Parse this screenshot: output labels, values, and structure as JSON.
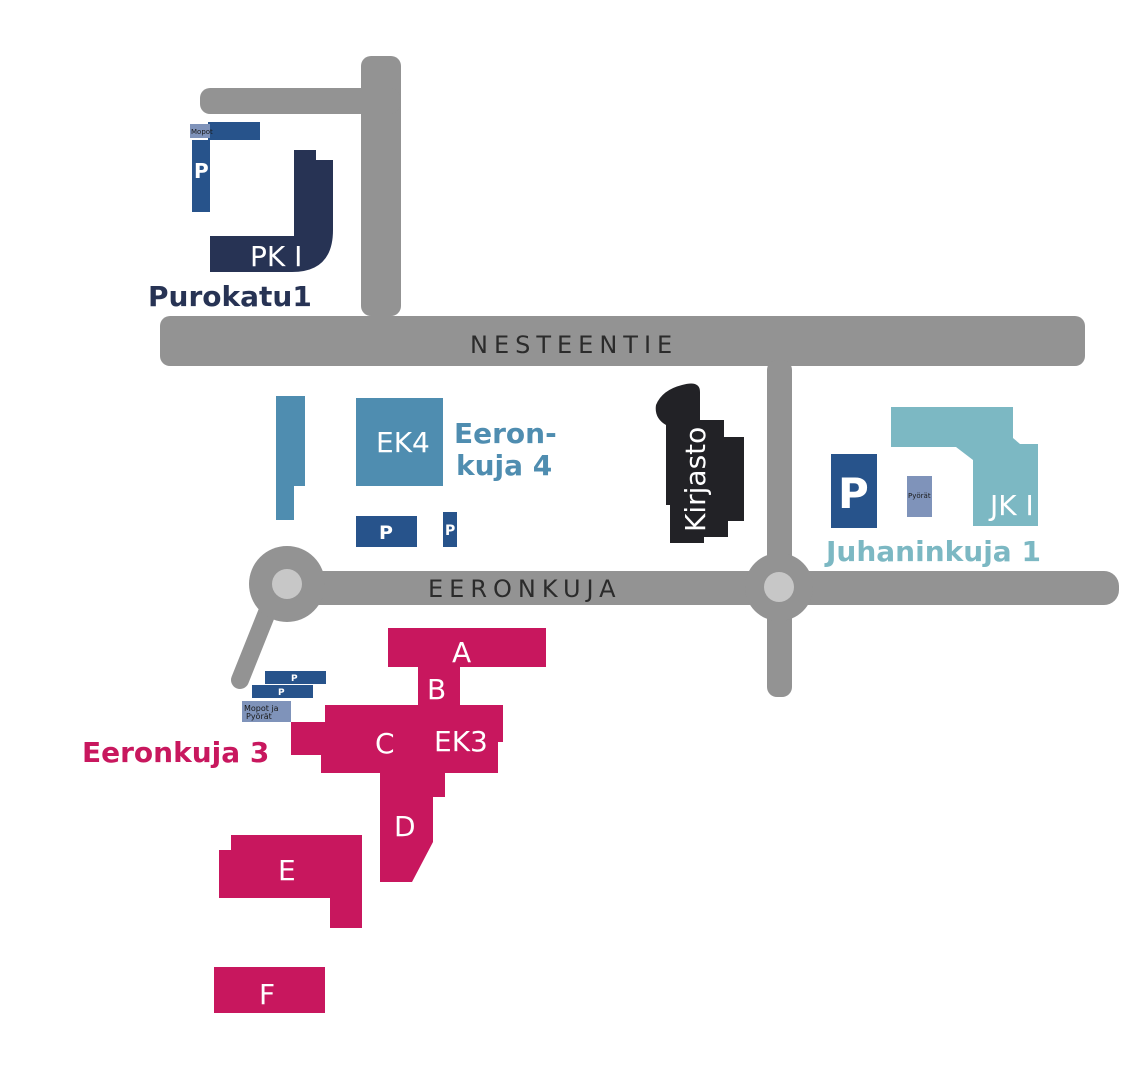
{
  "colors": {
    "road": "#939393",
    "roundabout_center": "#c7c7c7",
    "purokatu": "#273354",
    "eeronkuja4": "#4f8db0",
    "kirjasto": "#222226",
    "juhaninkuja": "#7cb8c3",
    "eeronkuja3": "#c8175e",
    "parking": "#27538b",
    "bike_storage": "#7f93ba"
  },
  "streets": {
    "nesteentie": "NESTEENTIE",
    "eeronkuja": "EERONKUJA"
  },
  "areas": {
    "purokatu": "Purokatu1",
    "eeronkuja4_line1": "Eeron-",
    "eeronkuja4_line2": "kuja 4",
    "juhaninkuja": "Juhaninkuja 1",
    "eeronkuja3": "Eeronkuja 3"
  },
  "buildings": {
    "pk1": "PK I",
    "ek4": "EK4",
    "kirjasto": "Kirjasto",
    "jk1": "JK I",
    "ek3": "EK3",
    "a": "A",
    "b": "B",
    "c": "C",
    "d": "D",
    "e": "E",
    "f": "F"
  },
  "parking": {
    "symbol": "P",
    "mopot": "Mopot",
    "pyorat": "Pyörät",
    "mopot_ja": "Mopot ja",
    "pyorat2": "Pyörät"
  }
}
